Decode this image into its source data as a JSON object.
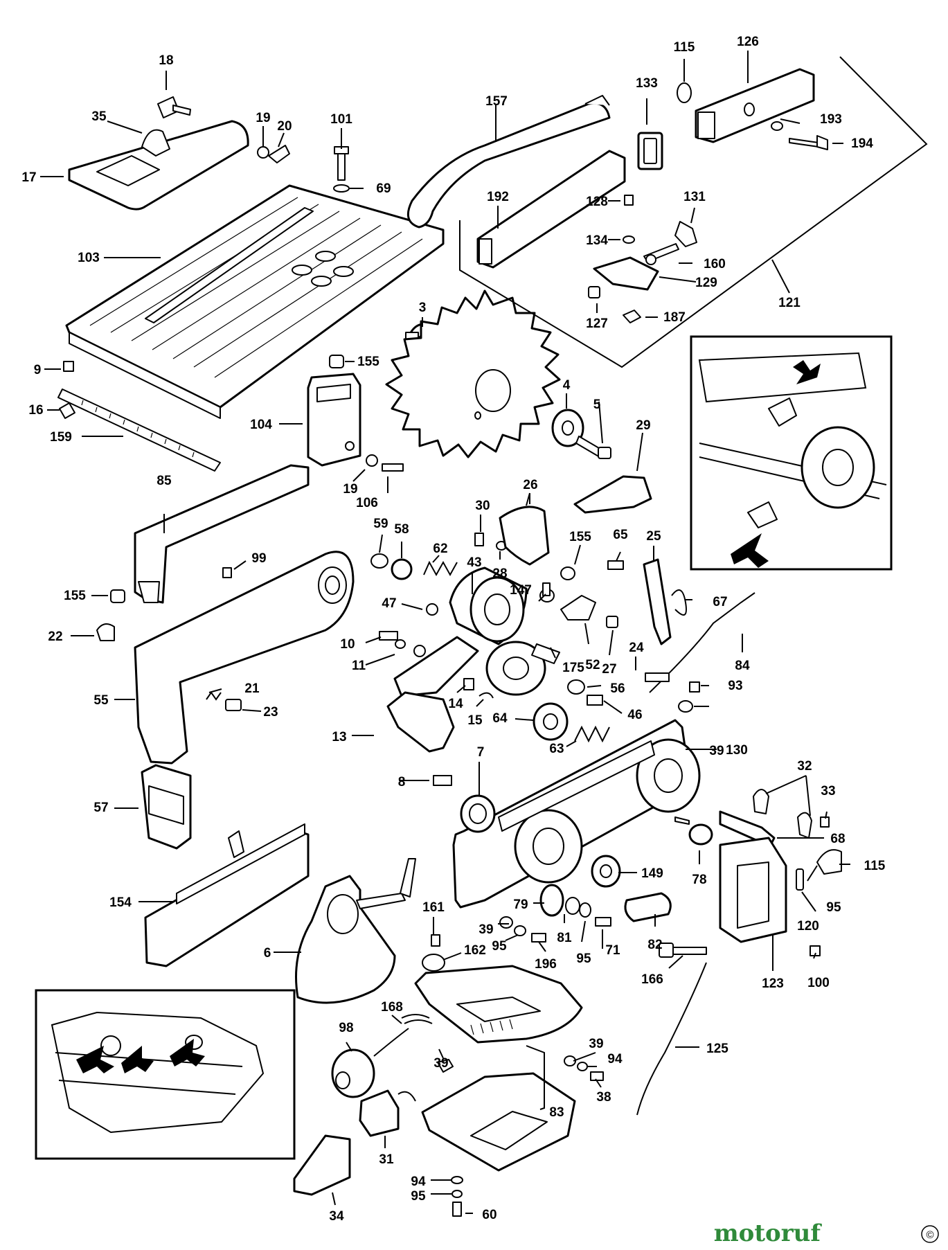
{
  "diagram": {
    "part_numbers": [
      "3",
      "4",
      "5",
      "6",
      "7",
      "8",
      "9",
      "10",
      "11",
      "13",
      "14",
      "15",
      "16",
      "17",
      "18",
      "19",
      "19",
      "20",
      "21",
      "22",
      "23",
      "24",
      "25",
      "26",
      "27",
      "28",
      "29",
      "30",
      "31",
      "32",
      "33",
      "34",
      "35",
      "38",
      "39",
      "39",
      "39",
      "39",
      "43",
      "46",
      "47",
      "52",
      "55",
      "56",
      "57",
      "58",
      "59",
      "60",
      "62",
      "63",
      "64",
      "65",
      "67",
      "68",
      "69",
      "71",
      "78",
      "79",
      "81",
      "82",
      "83",
      "84",
      "85",
      "93",
      "94",
      "94",
      "95",
      "95",
      "95",
      "95",
      "98",
      "99",
      "100",
      "101",
      "103",
      "104",
      "106",
      "115",
      "115",
      "120",
      "121",
      "123",
      "125",
      "126",
      "127",
      "128",
      "129",
      "130",
      "131",
      "133",
      "134",
      "147",
      "149",
      "154",
      "155",
      "155",
      "155",
      "157",
      "159",
      "160",
      "161",
      "162",
      "166",
      "168",
      "175",
      "187",
      "192",
      "193",
      "194",
      "196"
    ]
  },
  "watermark": {
    "text": "motoruf",
    "color": "#2f8a3a"
  }
}
